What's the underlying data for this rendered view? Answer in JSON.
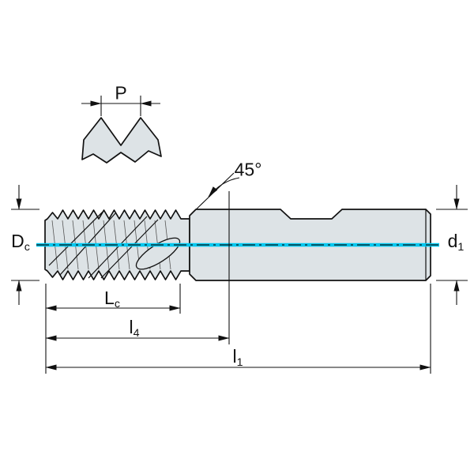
{
  "labels": {
    "pitch": "P",
    "angle": "45°",
    "dc": {
      "base": "D",
      "sub": "c"
    },
    "d1": {
      "base": "d",
      "sub": "1"
    },
    "lc": {
      "base": "L",
      "sub": "c"
    },
    "l4": {
      "base": "l",
      "sub": "4"
    },
    "l1": {
      "base": "l",
      "sub": "1"
    }
  },
  "colors": {
    "outline": "#111111",
    "fill": "#dde3e6",
    "centerline": "#00c8f0",
    "detail": "#555555",
    "background": "#ffffff"
  }
}
